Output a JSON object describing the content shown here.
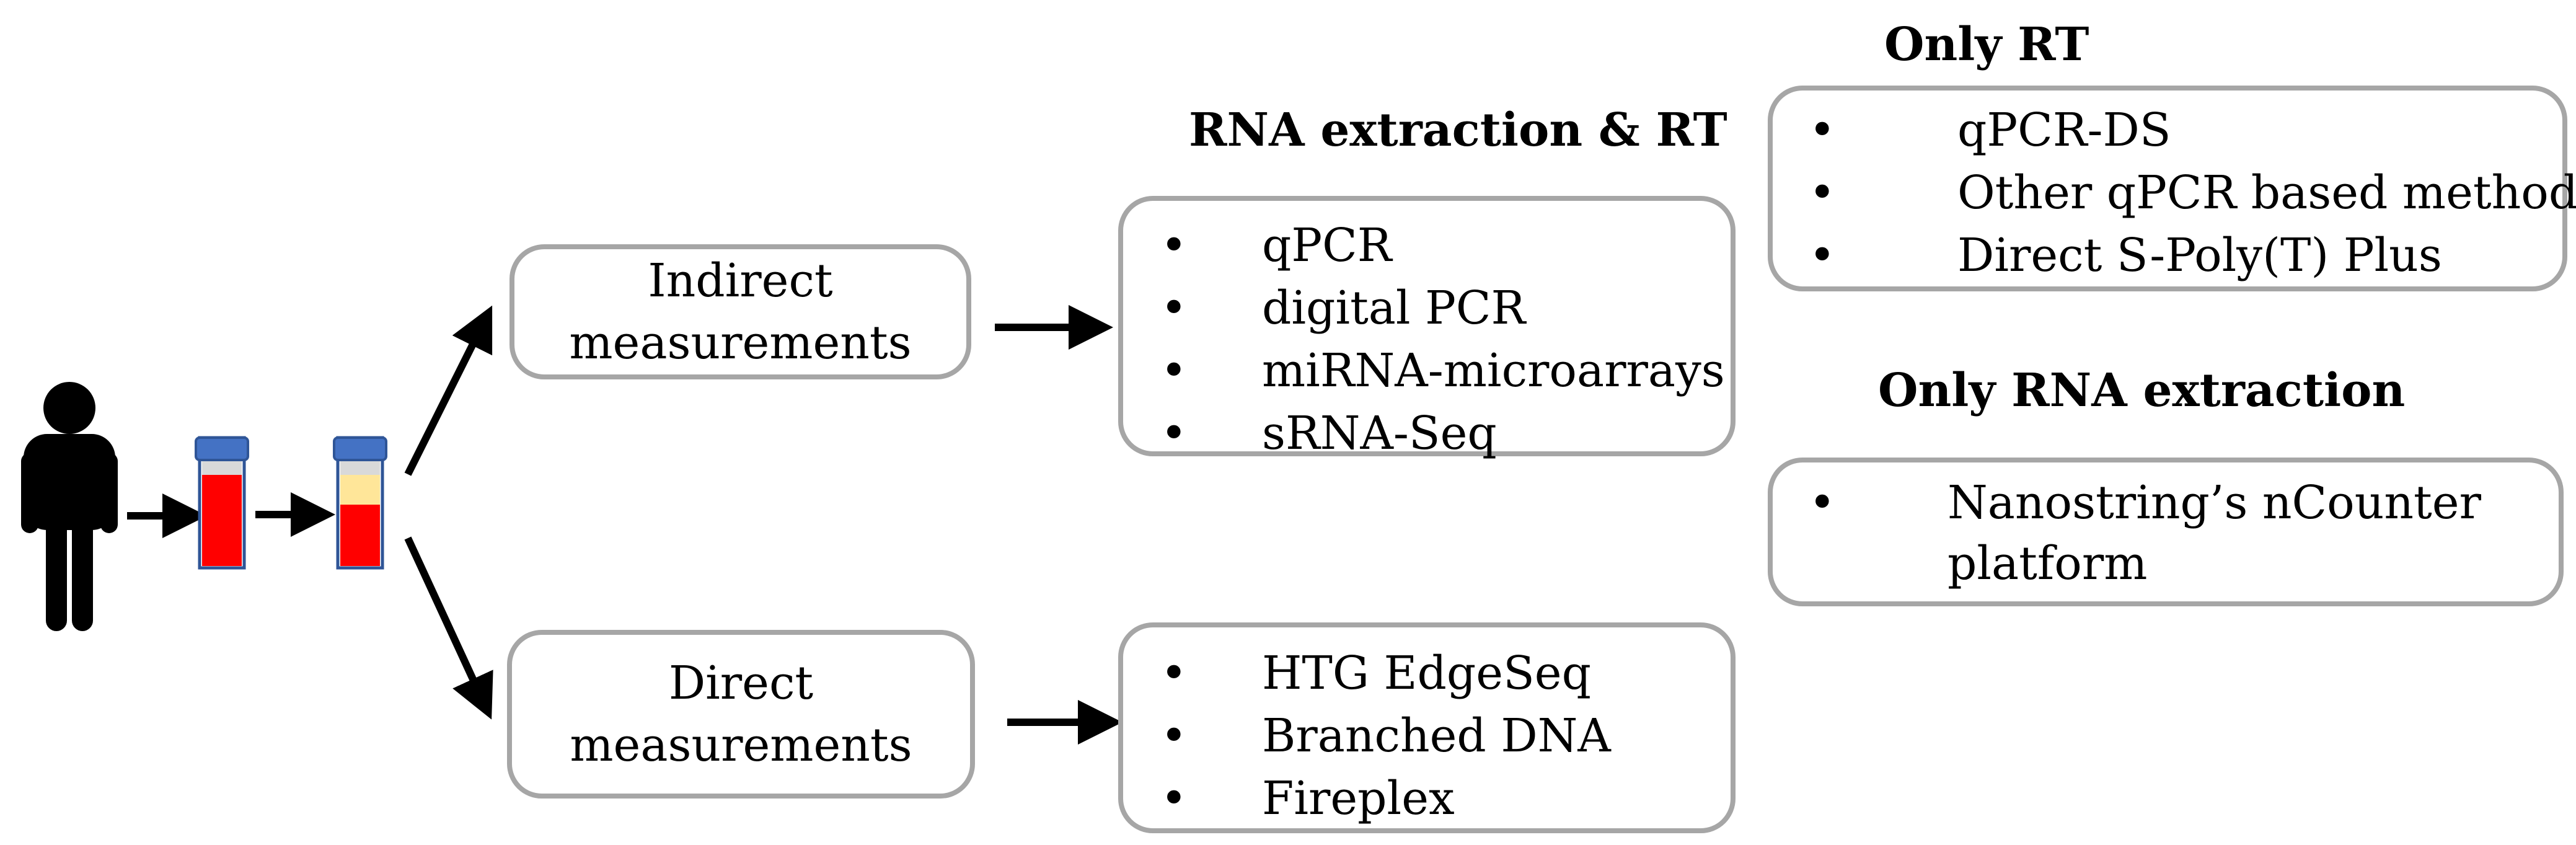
{
  "indirect_box": {
    "line1": "Indirect",
    "line2": "measurements"
  },
  "direct_box": {
    "line1": "Direct",
    "line2": "measurements"
  },
  "rna_extraction_rt": {
    "heading": "RNA extraction & RT",
    "items": [
      "qPCR",
      "digital PCR",
      "miRNA-microarrays",
      "sRNA-Seq"
    ]
  },
  "direct_methods": {
    "items": [
      "HTG EdgeSeq",
      "Branched DNA",
      "Fireplex"
    ]
  },
  "only_rt": {
    "heading": "Only RT",
    "items": [
      "qPCR-DS",
      "Other qPCR based methods",
      "Direct S-Poly(T) Plus"
    ]
  },
  "only_rna_extraction": {
    "heading": "Only RNA extraction",
    "items": [
      "Nanostring’s nCounter platform"
    ]
  },
  "bullet_char": "•",
  "colors": {
    "box_border": "#a6a6a6",
    "blood": "#ff0000",
    "tube_outline": "#2f5597",
    "cap": "#4472c4",
    "plasma": "#ffe699",
    "label_band": "#d9d9d9"
  },
  "icons": [
    "person-icon",
    "blood-tube-icon",
    "separated-tube-icon"
  ]
}
